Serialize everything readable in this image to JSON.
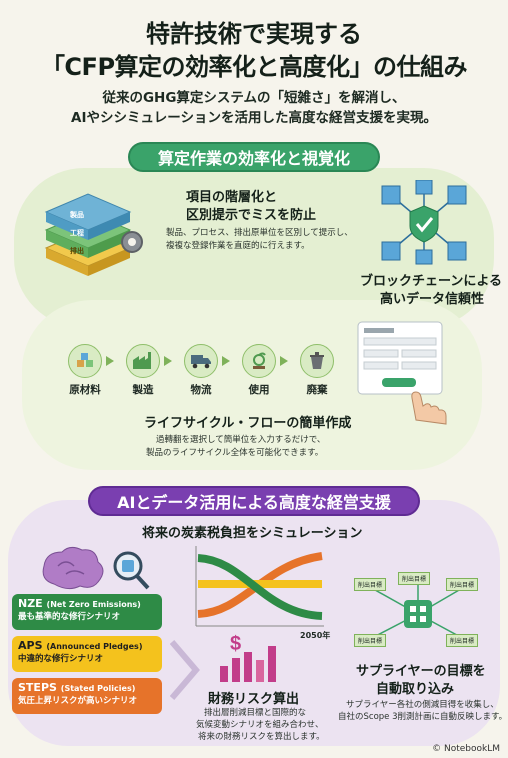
{
  "header": {
    "title_line1": "特許技術で実現する",
    "title_line2": "「CFP算定の効率化と高度化」の仕組み",
    "subtitle_line1": "従来のGHG算定システムの「短雑さ」を解消し、",
    "subtitle_line2": "AIやシシミュレーションを活用した高度な経営支援を実現。"
  },
  "section1": {
    "pill": "算定作業の効率化と視覚化",
    "hierarchy": {
      "title_line1": "項目の階層化と",
      "title_line2": "区別提示でミスを防止",
      "desc_line1": "製品、プロセス、排出原単位を区別して提示し、",
      "desc_line2": "複複な登録作業を直庭的に行えます。",
      "stack_labels": [
        "製品",
        "工程",
        "排出"
      ]
    },
    "blockchain": {
      "title_line1": "ブロックチェーンによる",
      "title_line2": "高いデータ信頼性"
    },
    "lifecycle": {
      "steps": [
        "原材料",
        "製造",
        "物流",
        "使用",
        "廃棄"
      ],
      "title": "ライフサイクル・フローの簡単作成",
      "desc_line1": "過轉翻を選択して簡単位を入力するだけで、",
      "desc_line2": "製品のライフサイクル全体を可能化できます。"
    }
  },
  "section2": {
    "pill": "AIとデータ活用による高度な経営支援",
    "simulation_title": "将来の炭素税負担をシミュレーション",
    "chart_year": "2050年",
    "scenarios": [
      {
        "code": "NZE",
        "full": "(Net Zero Emissions)",
        "desc": "最も基準的な修行シナリオ"
      },
      {
        "code": "APS",
        "full": "(Announced Pledges)",
        "desc": "中違的な修行シナリオ"
      },
      {
        "code": "STEPS",
        "full": "(Stated Policies)",
        "desc": "気圧上昇リスクが高いシナリオ"
      }
    ],
    "finance": {
      "title": "財務リスク算出",
      "desc_line1": "排出層削減目標と国際的な",
      "desc_line2": "気候変動シナリオを組み合わせ、",
      "desc_line3": "将来の財務リスクを算出します。"
    },
    "supplier": {
      "node_label": "削出目標",
      "title_line1": "サプライヤーの目標を",
      "title_line2": "自動取り込み",
      "desc_line1": "サプライヤー各社の側減目得を收集し、",
      "desc_line2": "自社のScope 3削測計画に自動反映します。"
    }
  },
  "credit": "© NotebookLM",
  "colors": {
    "green": "#3aa36a",
    "purple": "#7a3fb0",
    "nze": "#2e8b46",
    "aps": "#f4c21d",
    "steps": "#e6732a"
  }
}
